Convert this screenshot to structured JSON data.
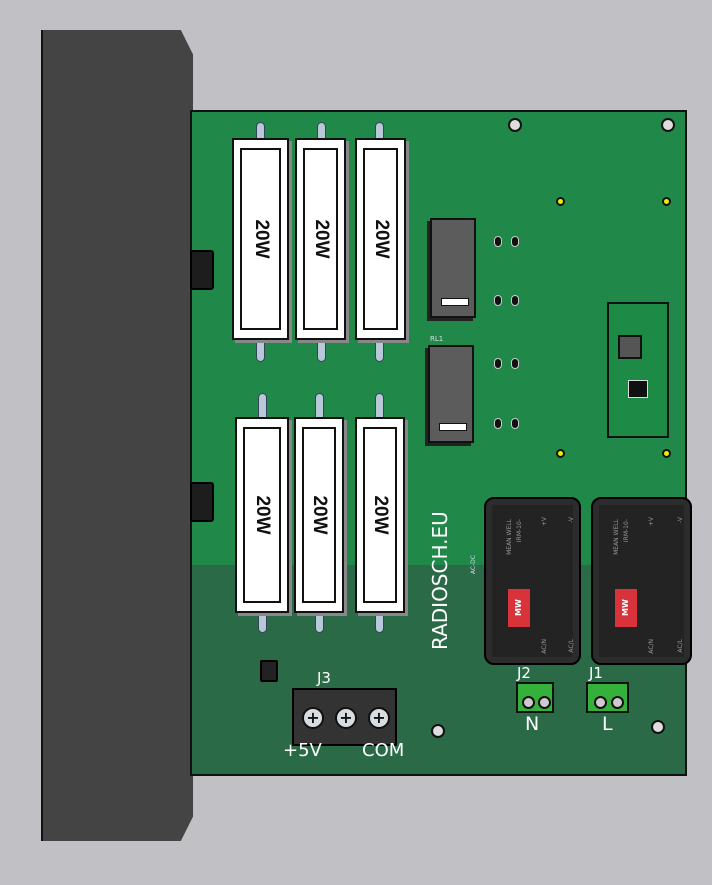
{
  "resistors": {
    "top": [
      "20W",
      "20W",
      "20W"
    ],
    "bottom": [
      "20W",
      "20W",
      "20W"
    ]
  },
  "relay_label": "RL1",
  "psu": [
    {
      "brand": "MEAN WELL",
      "model": "IRM-10-",
      "logo": "MW",
      "pins": [
        "+V",
        "-V",
        "AC/N",
        "AC/L"
      ]
    },
    {
      "brand": "MEAN WELL",
      "model": "IRM-10-",
      "logo": "MW",
      "pins": [
        "+V",
        "-V",
        "AC/N",
        "AC/L"
      ]
    }
  ],
  "psu_note": "AC-DC",
  "silkscreen": {
    "site": "RADIOSCH.EU",
    "j1": "J1",
    "j2": "J2",
    "j3": "J3",
    "n": "N",
    "l": "L",
    "plus5v": "+5V",
    "com": "COM"
  },
  "colors": {
    "board": "#20894a",
    "board_dark": "#2b6a47",
    "heatsink": "#444444",
    "background": "#c0c0c5"
  }
}
